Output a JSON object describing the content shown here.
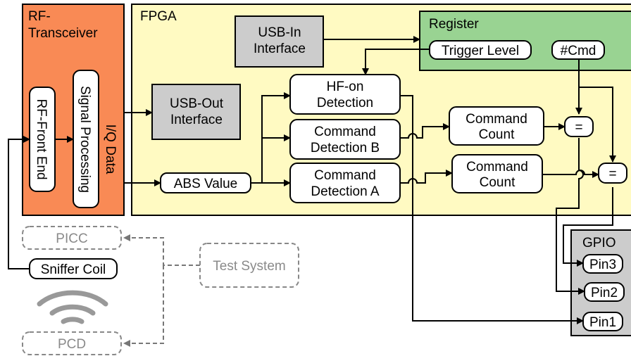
{
  "regions": {
    "rf_line1": "RF-",
    "rf_line2": "Transceiver",
    "fpga": "FPGA",
    "register": "Register",
    "gpio": "GPIO"
  },
  "blocks": {
    "rf_front_end": "RF-Front End",
    "signal_processing": "Signal Processing",
    "iq_data": "I/Q Data",
    "usb_in_l1": "USB-In",
    "usb_in_l2": "Interface",
    "usb_out_l1": "USB-Out",
    "usb_out_l2": "Interface",
    "abs_value": "ABS Value",
    "hf_on_l1": "HF-on",
    "hf_on_l2": "Detection",
    "cmd_det_b_l1": "Command",
    "cmd_det_b_l2": "Detection B",
    "cmd_det_a_l1": "Command",
    "cmd_det_a_l2": "Detection A",
    "cmd_count_top_l1": "Command",
    "cmd_count_top_l2": "Count",
    "cmd_count_bot_l1": "Command",
    "cmd_count_bot_l2": "Count",
    "trigger_level": "Trigger Level",
    "num_cmd": "#Cmd",
    "cmp_top": "=",
    "cmp_bot": "=",
    "pin3": "Pin3",
    "pin2": "Pin2",
    "pin1": "Pin1",
    "sniffer_coil": "Sniffer Coil",
    "picc": "PICC",
    "pcd": "PCD",
    "test_system": "Test System"
  },
  "colors": {
    "rf_transceiver": "#f98a55",
    "fpga": "#fffac2",
    "register": "#99d392",
    "gray_block": "#cccccc",
    "dashed": "#888888"
  }
}
